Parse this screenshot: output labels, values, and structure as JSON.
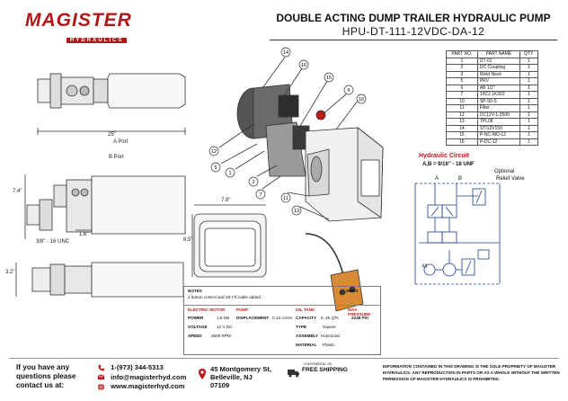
{
  "header": {
    "logo_main": "MAGISTER",
    "logo_sub": "HYDRAULICS",
    "title": "DOUBLE ACTING DUMP TRAILER HYDRAULIC PUMP",
    "model": "HPU-DT-111-12VDC-DA-12"
  },
  "parts_table": {
    "headers": [
      "PART NO.",
      "PART NAME",
      "QTY."
    ],
    "rows": [
      [
        "1",
        "DT-01",
        "1"
      ],
      [
        "2",
        "DC Coupling",
        "1"
      ],
      [
        "3",
        "Weld Neck",
        "1"
      ],
      [
        "5",
        "PRV",
        "1"
      ],
      [
        "6",
        "AB 1/2\"",
        "1"
      ],
      [
        "7",
        "10C2.1K302",
        "1"
      ],
      [
        "10",
        "SP-90-S",
        "1"
      ],
      [
        "11",
        "Filter",
        "1"
      ],
      [
        "12",
        "DC12V-1-2500",
        "1"
      ],
      [
        "13",
        "TPL08",
        "1"
      ],
      [
        "14",
        "STI12V150",
        "1"
      ],
      [
        "15",
        "P-NC-MO-12",
        "1"
      ],
      [
        "16",
        "P-DC-12",
        "1"
      ]
    ]
  },
  "drawing": {
    "dim_length": "25\"",
    "dim_width": "7.4\"",
    "dim_offset": "1.6\"",
    "dim_side_width": "7.9\"",
    "dim_side_height": "8.5\"",
    "dim_port_thread": "3/8\" - 16 UNC",
    "dim_port_height": "3.2\"",
    "port_a": "A Port",
    "port_b": "B Port",
    "callouts": [
      "14",
      "16",
      "15",
      "6",
      "10",
      "12",
      "5",
      "1",
      "2",
      "7",
      "11",
      "13"
    ]
  },
  "circuit": {
    "title": "Hydraulic Circuit",
    "subtitle": "A,B = 9/16\" - 18 UNF",
    "optional_label": "Optional",
    "relief_label": "Relief Valve",
    "label_a": "A",
    "label_b": "B",
    "label_m": "M"
  },
  "spec": {
    "notes_title": "NOTES",
    "mass_title": "MASS",
    "notes_text": "2 button control and 19.7 ft cable added.",
    "electric_motor": "ELECTRIC MOTOR",
    "pump": "PUMP",
    "oil_tank": "OIL TANK",
    "max_pressure": "MAX PRESSURE",
    "power_label": "POWER",
    "power_value": "1.6 kW",
    "voltage_label": "VOLTAGE",
    "voltage_value": "12 V DC",
    "speed_label": "SPEED",
    "speed_value": "2500 RPM",
    "displacement_label": "DISPLACEMENT",
    "displacement_value": "0.13 cc/rev",
    "capacity_label": "CAPACITY",
    "capacity_value": "8 .45 QTs",
    "type_label": "TYPE",
    "type_value": "Square",
    "assembly_label": "ASSEMBLY",
    "assembly_value": "Horizontal",
    "material_label": "MATERIAL",
    "material_value": "Plastic",
    "pressure_value": "2248 PSI"
  },
  "footer": {
    "question": "If you have any questions please contact us at:",
    "phone": "1-(973) 344-5313",
    "email": "info@magisterhyd.com",
    "web": "www.magisterhyd.com",
    "address1": "45 Montgomery St,",
    "address2": "Belleville, NJ",
    "address3": "07109",
    "ship_top": "CONTINENTAL US",
    "ship": "FREE SHIPPING",
    "legal": "INFORMATION CONTAINED IN THIS DRAWING IS THE SOLE PROPRIETY OF MAGISTER HYDRAULICS. ANY REPRODUCTION IN PARTS OR AS A WHOLE WITHOUT THE WRITTEN PERMISSION OF MAGISTER HYDRAULICS IS PROHIBITED."
  }
}
